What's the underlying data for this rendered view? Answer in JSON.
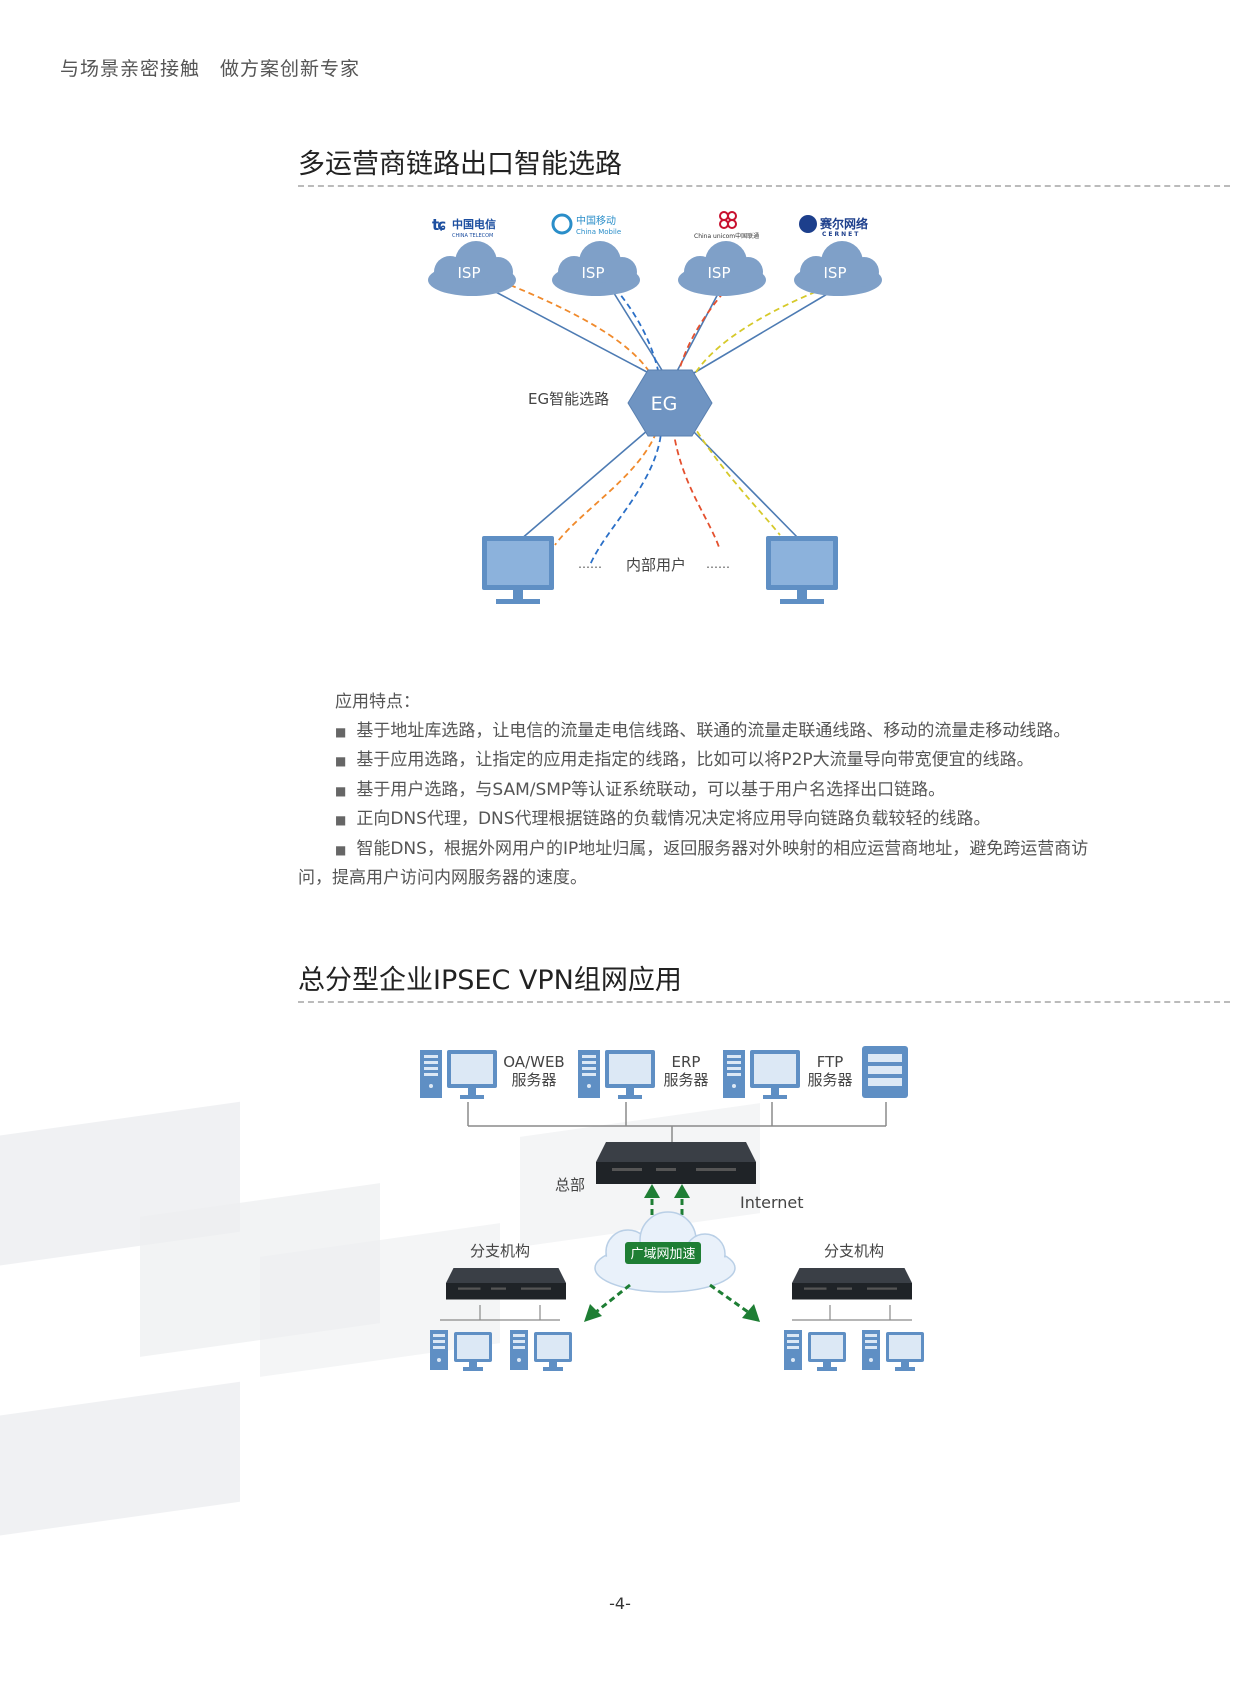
{
  "header": {
    "tagline": "与场景亲密接触　做方案创新专家"
  },
  "section1": {
    "title": "多运营商链路出口智能选路",
    "diagram": {
      "carriers": [
        {
          "name": "中国电信",
          "sub": "CHINA TELECOM",
          "color": "#1d4fa0"
        },
        {
          "name": "中国移动",
          "sub": "China Mobile",
          "color": "#2a8ec9"
        },
        {
          "name": "China unicom中国联通",
          "sub": "",
          "color": "#c8102e"
        },
        {
          "name": "赛尔网络",
          "sub": "CERNET",
          "color": "#1d3f8c"
        }
      ],
      "cloud_label": "ISP",
      "eg_label": "EG",
      "eg_caption": "EG智能选路",
      "users_label": "内部用户",
      "ellipsis": "……",
      "line_colors": {
        "solid": "#4d7bb3",
        "orange": "#f08a2c",
        "blue": "#2a6fc7",
        "red": "#e4502e",
        "yellow": "#d6c92a"
      }
    }
  },
  "features": {
    "heading": "应用特点：",
    "items": [
      "基于地址库选路，让电信的流量走电信线路、联通的流量走联通线路、移动的流量走移动线路。",
      "基于应用选路，让指定的应用走指定的线路，比如可以将P2P大流量导向带宽便宜的线路。",
      "基于用户选路，与SAM/SMP等认证系统联动，可以基于用户名选择出口链路。",
      "正向DNS代理，DNS代理根据链路的负载情况决定将应用导向链路负载较轻的线路。",
      "智能DNS，根据外网用户的IP地址归属，返回服务器对外映射的相应运营商地址，避免跨运营商访问，提高用户访问内网服务器的速度。"
    ],
    "bullet": "■"
  },
  "section2": {
    "title": "总分型企业IPSEC VPN组网应用",
    "diagram": {
      "ellipsis": "…",
      "servers": [
        {
          "line1": "OA/WEB",
          "line2": "服务器"
        },
        {
          "line1": "ERP",
          "line2": "服务器"
        },
        {
          "line1": "FTP",
          "line2": "服务器"
        }
      ],
      "hq_label": "总部",
      "internet_label": "Internet",
      "wan_label": "广域网加速",
      "branch_label": "分支机构",
      "arrow_color": "#1e7e34"
    }
  },
  "footer": {
    "page_number": "-4-"
  }
}
